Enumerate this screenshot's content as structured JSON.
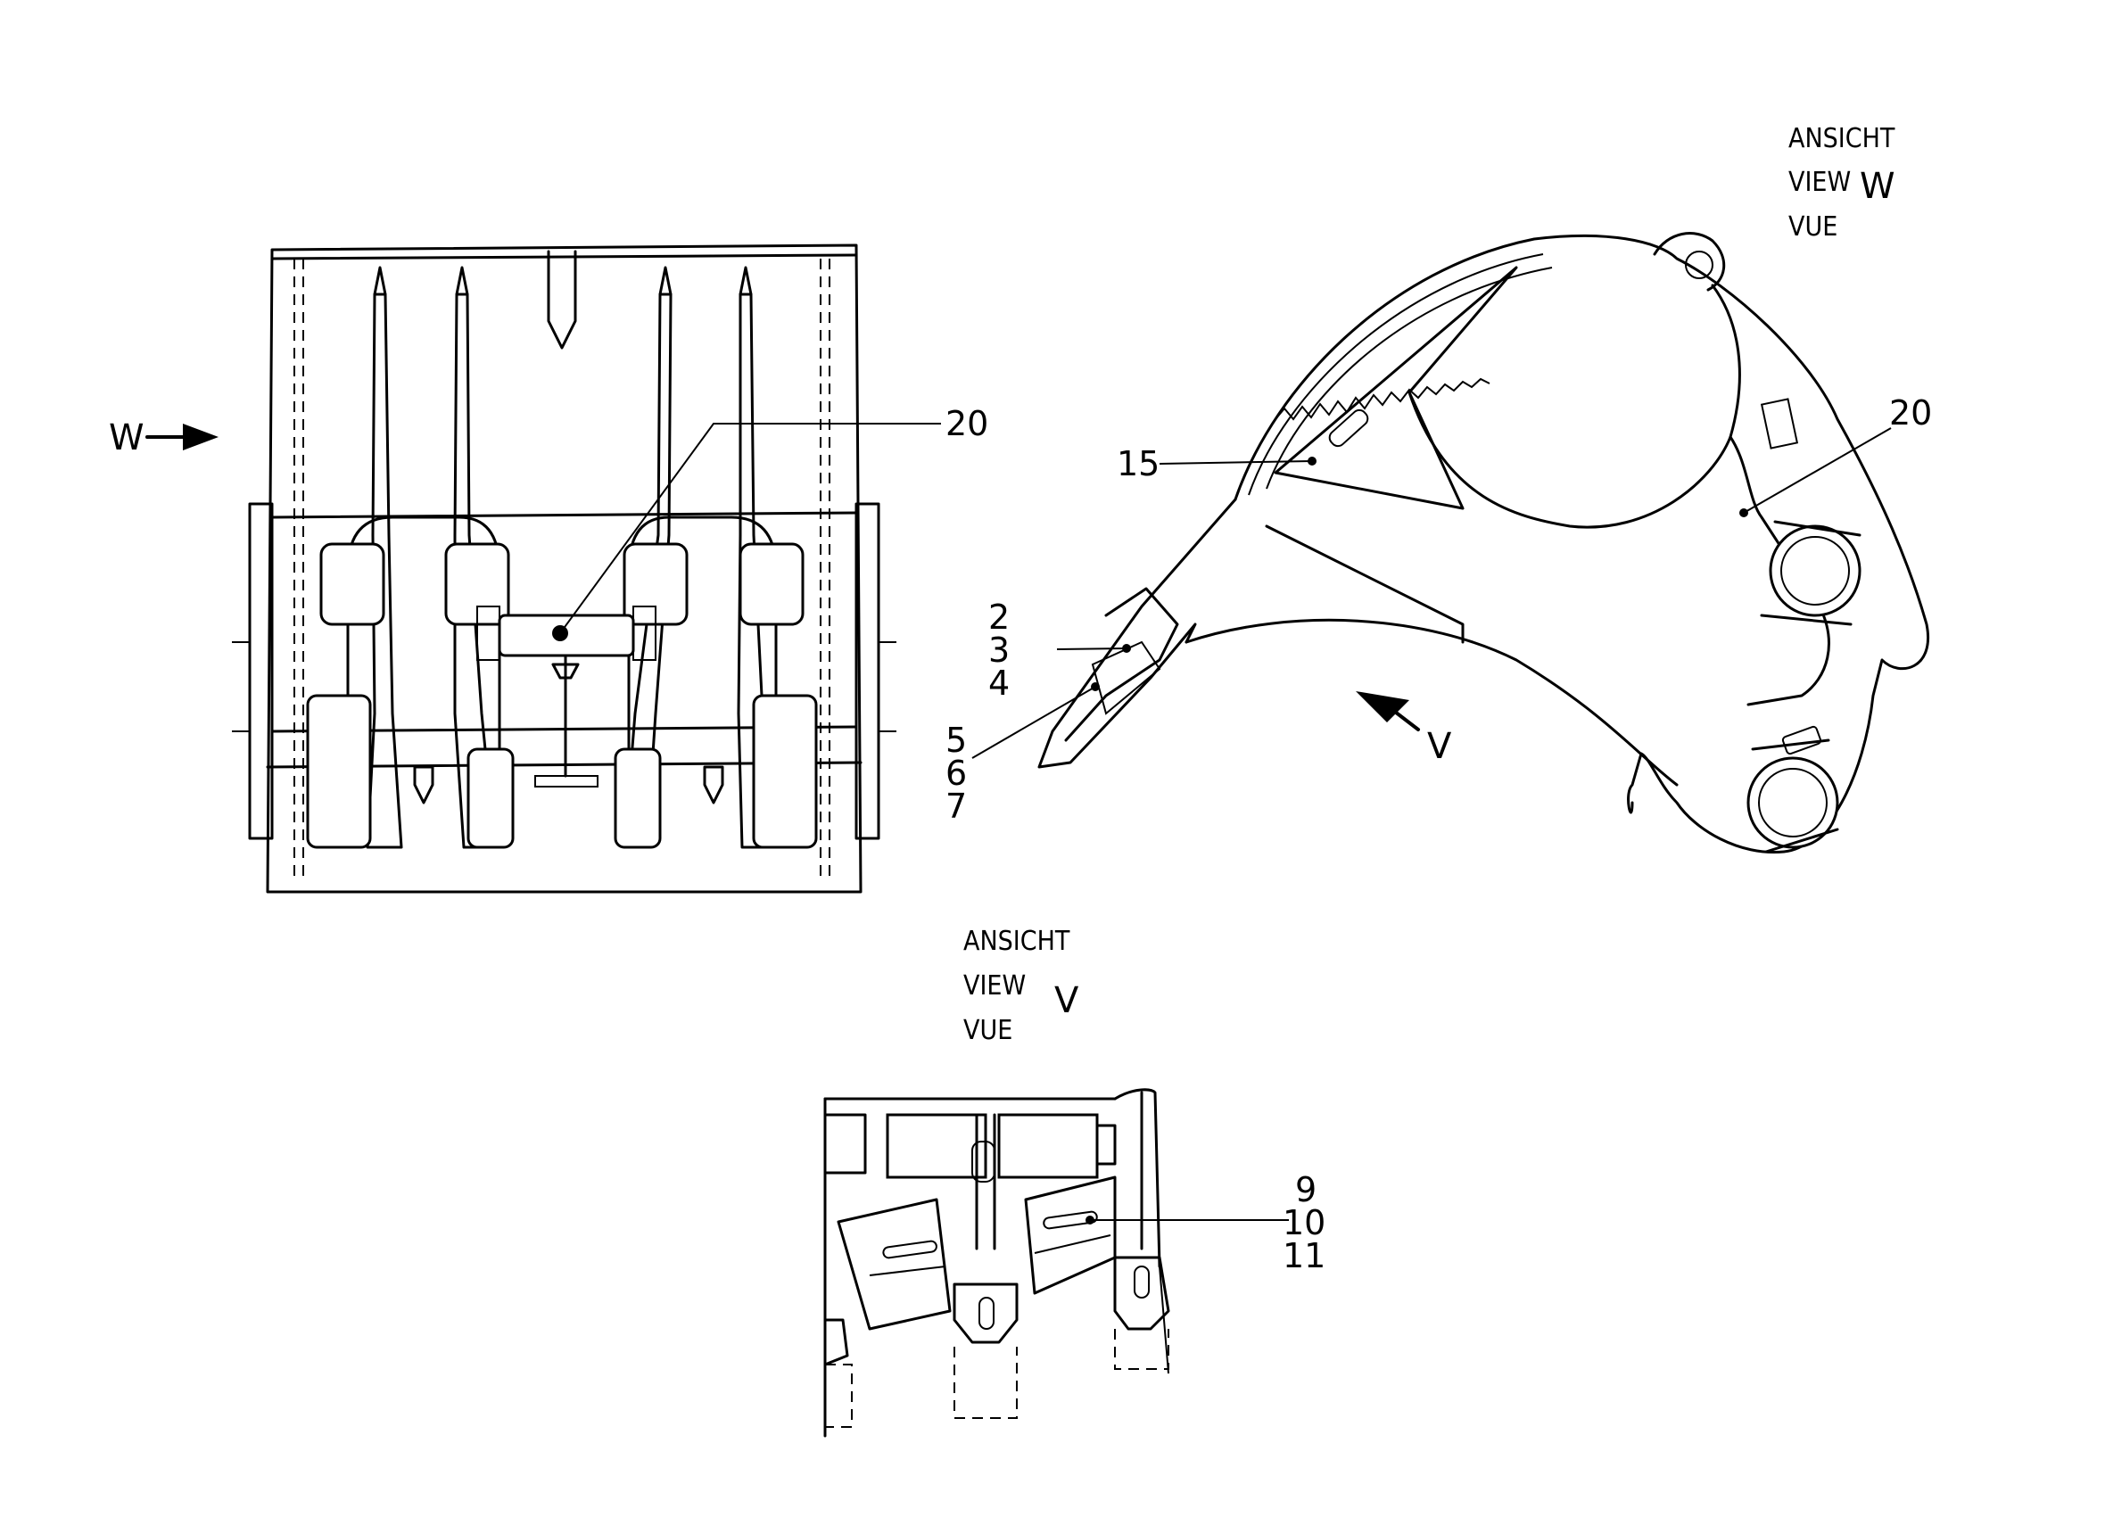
{
  "view_w_caption": {
    "line1": "ANSICHT",
    "line2": "VIEW",
    "line3": "VUE",
    "letter": "W"
  },
  "view_v_caption": {
    "line1": "ANSICHT",
    "line2": "VIEW",
    "line3": "VUE",
    "letter": "V"
  },
  "arrow_labels": {
    "w": "W",
    "v": "V"
  },
  "callouts": {
    "front_20": "20",
    "side_15": "15",
    "side_20": "20",
    "side_2": "2",
    "side_3": "3",
    "side_4": "4",
    "side_5": "5",
    "side_6": "6",
    "side_7": "7",
    "bottom_9": "9",
    "bottom_10": "10",
    "bottom_11": "11"
  }
}
